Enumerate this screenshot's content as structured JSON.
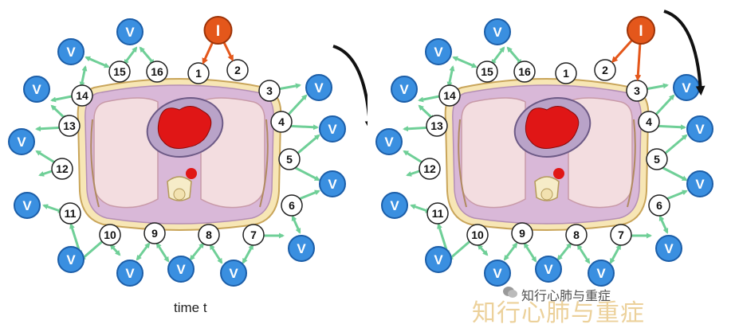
{
  "panels": [
    {
      "id": "left",
      "caption": "time t",
      "current_source_label": "I",
      "current_targets": [
        1,
        2
      ],
      "electrodes": [
        "1",
        "2",
        "3",
        "4",
        "5",
        "6",
        "7",
        "8",
        "9",
        "10",
        "11",
        "12",
        "13",
        "14",
        "15",
        "16"
      ],
      "voltage_label": "V"
    },
    {
      "id": "right",
      "caption": "",
      "current_source_label": "I",
      "current_targets": [
        2,
        3
      ],
      "electrodes": [
        "1",
        "2",
        "3",
        "4",
        "5",
        "6",
        "7",
        "8",
        "9",
        "10",
        "11",
        "12",
        "13",
        "14",
        "15",
        "16"
      ],
      "voltage_label": "V"
    }
  ],
  "watermark": {
    "line1": "知行心肺与重症",
    "line2": "知行心肺与重症"
  },
  "colors": {
    "current_source": "#e4571b",
    "voltmeter": "#3a8fe0",
    "arrow": "#6fcf97",
    "chest_outer": "#d9b8d8",
    "lung": "#f3dde0",
    "heart": "#e01616"
  }
}
